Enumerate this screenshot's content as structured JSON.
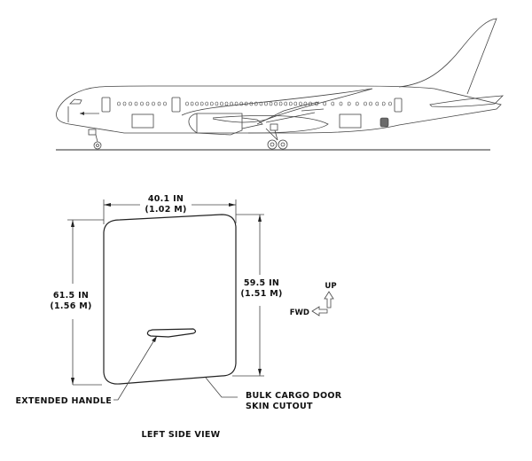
{
  "diagram": {
    "title": "LEFT SIDE VIEW",
    "aircraft": {
      "description": "Twin-engine wide-body aircraft, left side profile",
      "highlighted_door_color": "#6b6b6b"
    },
    "dimensions": {
      "width": {
        "line1": "40.1  IN",
        "line2": "(1.02  M)"
      },
      "left_height": {
        "line1": "61.5  IN",
        "line2": "(1.56  M)"
      },
      "right_height": {
        "line1": "59.5  IN",
        "line2": "(1.51  M)"
      }
    },
    "orientation": {
      "up_label": "UP",
      "fwd_label": "FWD"
    },
    "callouts": {
      "handle": "EXTENDED HANDLE",
      "cutout_line1": "BULK  CARGO  DOOR",
      "cutout_line2": "SKIN  CUTOUT"
    }
  }
}
